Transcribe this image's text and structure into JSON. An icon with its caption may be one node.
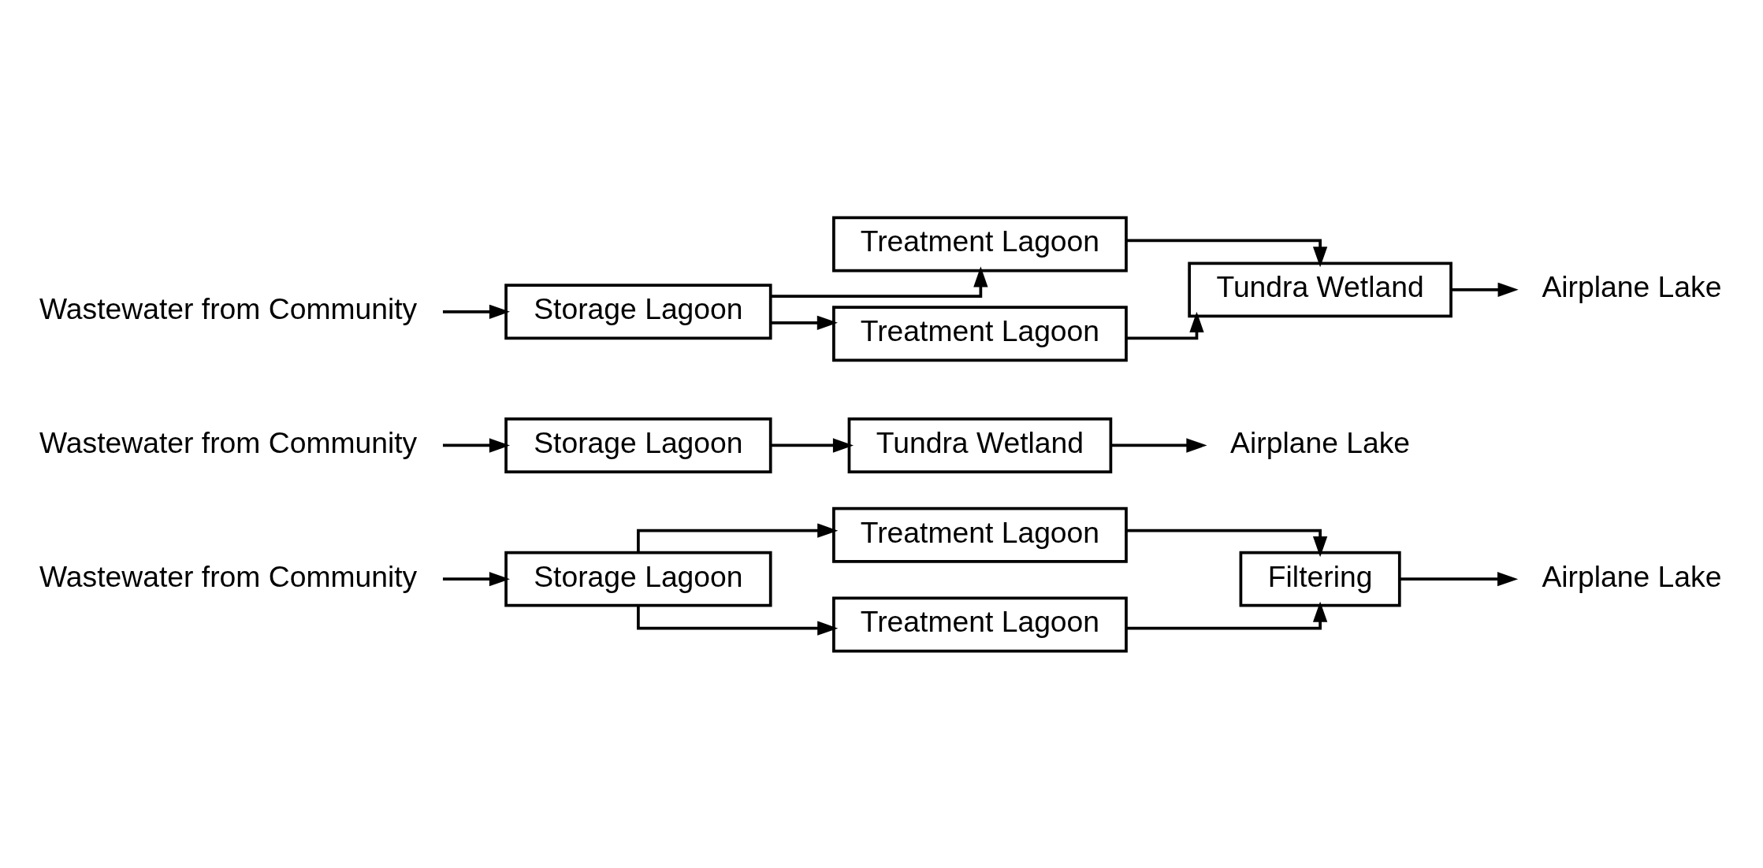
{
  "diagram": {
    "nodes": [
      {
        "text": [
          "Wastewater from Community"
        ]
      },
      {
        "text": [
          "Storage Lagoon"
        ]
      },
      {
        "text": [
          "Treatment Lagoon"
        ]
      },
      {
        "text": [
          "Treatment Lagoon"
        ]
      },
      {
        "text": [
          "Filtering"
        ]
      },
      {
        "text": [
          "Airplane Lake"
        ]
      },
      {
        "text": [
          "Wastewater from Community"
        ]
      },
      {
        "text": [
          "Storage Lagoon"
        ]
      },
      {
        "text": [
          "Tundra Wetland"
        ]
      },
      {
        "text": [
          "Airplane Lake"
        ]
      },
      {
        "text": [
          "Wastewater from Community"
        ]
      },
      {
        "text": [
          "Storage Lagoon"
        ]
      },
      {
        "text": [
          "Treatment Lagoon"
        ]
      },
      {
        "text": [
          "Treatment Lagoon"
        ]
      },
      {
        "text": [
          "Tundra Wetland"
        ]
      },
      {
        "text": [
          "Airplane Lake"
        ]
      }
    ],
    "edges": [
      {
        "from": 0,
        "to": 1,
        "arrow": "to"
      },
      {
        "from": 1,
        "to": 2,
        "arrow": "to"
      },
      {
        "from": 1,
        "to": 3,
        "arrow": "to"
      },
      {
        "from": 2,
        "to": 4,
        "arrow": "to"
      },
      {
        "from": 3,
        "to": 4,
        "arrow": "to"
      },
      {
        "from": 4,
        "to": 5,
        "arrow": "to"
      },
      {
        "from": 6,
        "to": 7,
        "arrow": "to"
      },
      {
        "from": 7,
        "to": 8,
        "arrow": "to"
      },
      {
        "from": 8,
        "to": 9,
        "arrow": "to"
      },
      {
        "from": 10,
        "to": 11,
        "arrow": "to"
      },
      {
        "from": 11,
        "to": 12,
        "arrow": "to"
      },
      {
        "from": 11,
        "to": 13,
        "arrow": "to"
      },
      {
        "from": 12,
        "to": 14,
        "arrow": "to"
      },
      {
        "from": 13,
        "to": 14,
        "arrow": "to"
      },
      {
        "from": 14,
        "to": 15,
        "arrow": "to"
      }
    ]
  }
}
